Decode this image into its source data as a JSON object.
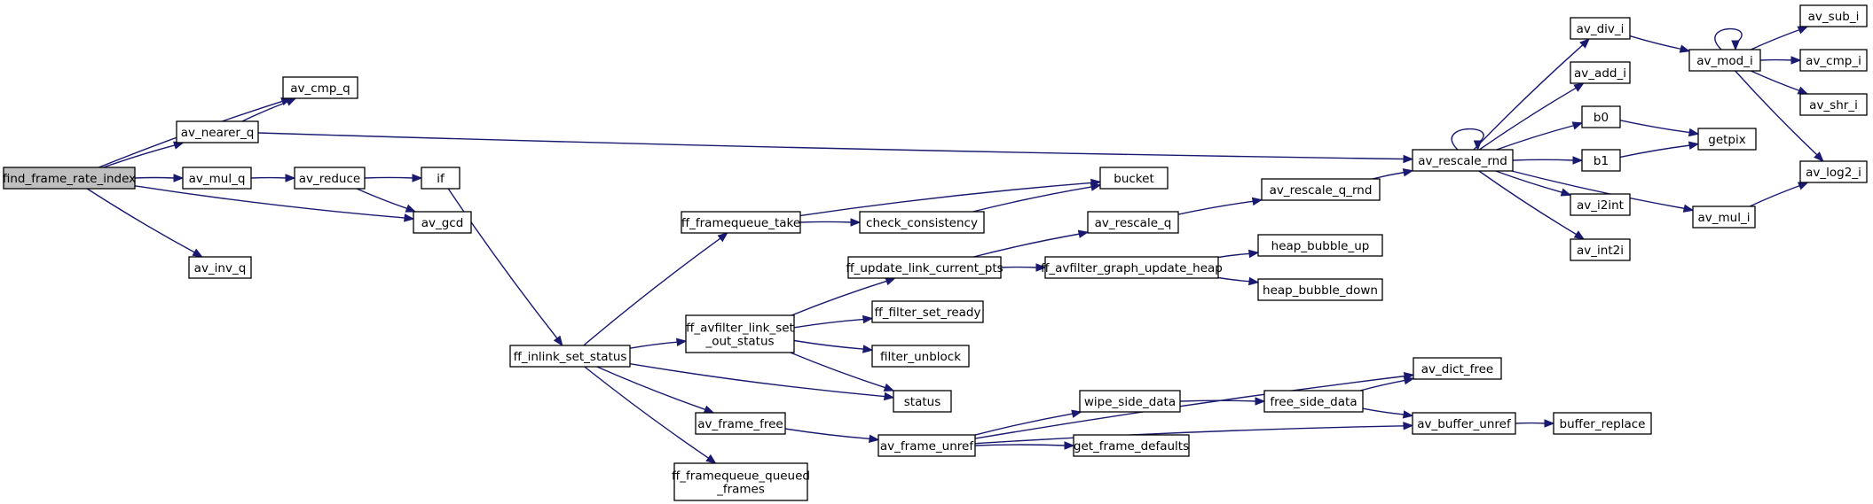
{
  "graph": {
    "nodes": [
      {
        "id": "find_frame_rate_index",
        "label": [
          "find_frame_rate_index"
        ],
        "root": true
      },
      {
        "id": "av_cmp_q",
        "label": [
          "av_cmp_q"
        ]
      },
      {
        "id": "av_nearer_q",
        "label": [
          "av_nearer_q"
        ]
      },
      {
        "id": "av_mul_q",
        "label": [
          "av_mul_q"
        ]
      },
      {
        "id": "av_reduce",
        "label": [
          "av_reduce"
        ]
      },
      {
        "id": "if",
        "label": [
          "if"
        ]
      },
      {
        "id": "av_gcd",
        "label": [
          "av_gcd"
        ]
      },
      {
        "id": "av_inv_q",
        "label": [
          "av_inv_q"
        ]
      },
      {
        "id": "ff_inlink_set_status",
        "label": [
          "ff_inlink_set_status"
        ]
      },
      {
        "id": "ff_framequeue_take",
        "label": [
          "ff_framequeue_take"
        ]
      },
      {
        "id": "check_consistency",
        "label": [
          "check_consistency"
        ]
      },
      {
        "id": "bucket",
        "label": [
          "bucket"
        ]
      },
      {
        "id": "ff_avfilter_link_set_out_status",
        "label": [
          "ff_avfilter_link_set",
          "_out_status"
        ]
      },
      {
        "id": "ff_update_link_current_pts",
        "label": [
          "ff_update_link_current_pts"
        ]
      },
      {
        "id": "av_rescale_q",
        "label": [
          "av_rescale_q"
        ]
      },
      {
        "id": "av_rescale_q_rnd",
        "label": [
          "av_rescale_q_rnd"
        ]
      },
      {
        "id": "ff_avfilter_graph_update_heap",
        "label": [
          "ff_avfilter_graph_update_heap"
        ]
      },
      {
        "id": "heap_bubble_up",
        "label": [
          "heap_bubble_up"
        ]
      },
      {
        "id": "heap_bubble_down",
        "label": [
          "heap_bubble_down"
        ]
      },
      {
        "id": "ff_filter_set_ready",
        "label": [
          "ff_filter_set_ready"
        ]
      },
      {
        "id": "filter_unblock",
        "label": [
          "filter_unblock"
        ]
      },
      {
        "id": "status",
        "label": [
          "status"
        ]
      },
      {
        "id": "av_frame_free",
        "label": [
          "av_frame_free"
        ]
      },
      {
        "id": "av_frame_unref",
        "label": [
          "av_frame_unref"
        ]
      },
      {
        "id": "ff_framequeue_queued_frames",
        "label": [
          "ff_framequeue_queued",
          "_frames"
        ]
      },
      {
        "id": "wipe_side_data",
        "label": [
          "wipe_side_data"
        ]
      },
      {
        "id": "free_side_data",
        "label": [
          "free_side_data"
        ]
      },
      {
        "id": "av_dict_free",
        "label": [
          "av_dict_free"
        ]
      },
      {
        "id": "av_buffer_unref",
        "label": [
          "av_buffer_unref"
        ]
      },
      {
        "id": "buffer_replace",
        "label": [
          "buffer_replace"
        ]
      },
      {
        "id": "get_frame_defaults",
        "label": [
          "get_frame_defaults"
        ]
      },
      {
        "id": "av_rescale_rnd",
        "label": [
          "av_rescale_rnd"
        ]
      },
      {
        "id": "av_div_i",
        "label": [
          "av_div_i"
        ]
      },
      {
        "id": "av_add_i",
        "label": [
          "av_add_i"
        ]
      },
      {
        "id": "b0",
        "label": [
          "b0"
        ]
      },
      {
        "id": "b1",
        "label": [
          "b1"
        ]
      },
      {
        "id": "av_i2int",
        "label": [
          "av_i2int"
        ]
      },
      {
        "id": "av_int2i",
        "label": [
          "av_int2i"
        ]
      },
      {
        "id": "av_mod_i",
        "label": [
          "av_mod_i"
        ]
      },
      {
        "id": "getpix",
        "label": [
          "getpix"
        ]
      },
      {
        "id": "av_mul_i",
        "label": [
          "av_mul_i"
        ]
      },
      {
        "id": "av_sub_i",
        "label": [
          "av_sub_i"
        ]
      },
      {
        "id": "av_cmp_i",
        "label": [
          "av_cmp_i"
        ]
      },
      {
        "id": "av_shr_i",
        "label": [
          "av_shr_i"
        ]
      },
      {
        "id": "av_log2_i",
        "label": [
          "av_log2_i"
        ]
      }
    ],
    "edges": [
      [
        "find_frame_rate_index",
        "av_cmp_q"
      ],
      [
        "find_frame_rate_index",
        "av_nearer_q"
      ],
      [
        "find_frame_rate_index",
        "av_mul_q"
      ],
      [
        "find_frame_rate_index",
        "av_gcd"
      ],
      [
        "find_frame_rate_index",
        "av_inv_q"
      ],
      [
        "av_nearer_q",
        "av_cmp_q"
      ],
      [
        "av_nearer_q",
        "av_rescale_rnd"
      ],
      [
        "av_mul_q",
        "av_reduce"
      ],
      [
        "av_reduce",
        "if"
      ],
      [
        "av_reduce",
        "av_gcd"
      ],
      [
        "if",
        "ff_inlink_set_status"
      ],
      [
        "ff_inlink_set_status",
        "ff_framequeue_take"
      ],
      [
        "ff_inlink_set_status",
        "ff_avfilter_link_set_out_status"
      ],
      [
        "ff_inlink_set_status",
        "status"
      ],
      [
        "ff_inlink_set_status",
        "av_frame_free"
      ],
      [
        "ff_inlink_set_status",
        "ff_framequeue_queued_frames"
      ],
      [
        "ff_framequeue_take",
        "check_consistency"
      ],
      [
        "ff_framequeue_take",
        "bucket"
      ],
      [
        "check_consistency",
        "bucket"
      ],
      [
        "ff_avfilter_link_set_out_status",
        "ff_update_link_current_pts"
      ],
      [
        "ff_avfilter_link_set_out_status",
        "ff_filter_set_ready"
      ],
      [
        "ff_avfilter_link_set_out_status",
        "filter_unblock"
      ],
      [
        "ff_avfilter_link_set_out_status",
        "status"
      ],
      [
        "ff_update_link_current_pts",
        "av_rescale_q"
      ],
      [
        "ff_update_link_current_pts",
        "ff_avfilter_graph_update_heap"
      ],
      [
        "av_rescale_q",
        "av_rescale_q_rnd"
      ],
      [
        "av_rescale_q_rnd",
        "av_rescale_rnd"
      ],
      [
        "ff_avfilter_graph_update_heap",
        "heap_bubble_up"
      ],
      [
        "ff_avfilter_graph_update_heap",
        "heap_bubble_down"
      ],
      [
        "av_frame_free",
        "av_frame_unref"
      ],
      [
        "av_frame_unref",
        "av_dict_free"
      ],
      [
        "av_frame_unref",
        "wipe_side_data"
      ],
      [
        "av_frame_unref",
        "get_frame_defaults"
      ],
      [
        "av_frame_unref",
        "av_buffer_unref"
      ],
      [
        "wipe_side_data",
        "free_side_data"
      ],
      [
        "free_side_data",
        "av_dict_free"
      ],
      [
        "free_side_data",
        "av_buffer_unref"
      ],
      [
        "av_buffer_unref",
        "buffer_replace"
      ],
      [
        "av_rescale_rnd",
        "av_rescale_rnd"
      ],
      [
        "av_rescale_rnd",
        "av_div_i"
      ],
      [
        "av_rescale_rnd",
        "av_add_i"
      ],
      [
        "av_rescale_rnd",
        "b0"
      ],
      [
        "av_rescale_rnd",
        "b1"
      ],
      [
        "av_rescale_rnd",
        "av_i2int"
      ],
      [
        "av_rescale_rnd",
        "av_int2i"
      ],
      [
        "av_rescale_rnd",
        "av_mul_i"
      ],
      [
        "av_div_i",
        "av_mod_i"
      ],
      [
        "av_mod_i",
        "av_mod_i"
      ],
      [
        "av_mod_i",
        "av_sub_i"
      ],
      [
        "av_mod_i",
        "av_cmp_i"
      ],
      [
        "av_mod_i",
        "av_shr_i"
      ],
      [
        "av_mod_i",
        "av_log2_i"
      ],
      [
        "b0",
        "getpix"
      ],
      [
        "b1",
        "getpix"
      ],
      [
        "av_mul_i",
        "av_log2_i"
      ]
    ],
    "colors": {
      "edge": "#191970",
      "root_fill": "#bfbfbf",
      "node_fill": "#ffffff",
      "node_stroke": "#000000"
    }
  }
}
